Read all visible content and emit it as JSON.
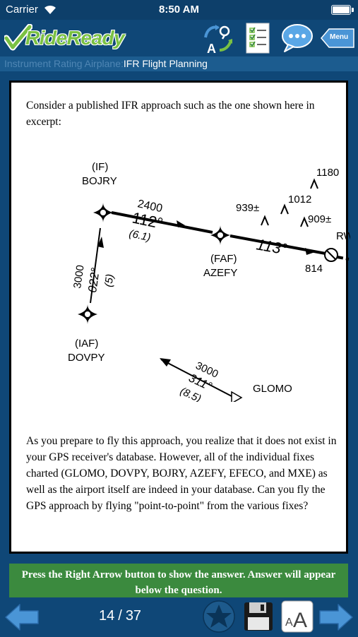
{
  "status_bar": {
    "carrier": "Carrier",
    "time": "8:50 AM"
  },
  "header": {
    "logo_text": "RideReady",
    "font_letter": "A",
    "menu_label": "Menu"
  },
  "breadcrumb": {
    "parent": "Instrument Rating Airplane:",
    "current": "IFR Flight Planning"
  },
  "question": {
    "intro": "Consider a published IFR approach such as the one shown here in excerpt:",
    "body": "As you prepare to fly this approach, you realize that it does not exist in your GPS receiver's database. However, all of the individual fixes charted (GLOMO, DOVPY, BOJRY, AZEFY, EFECO, and MXE) as well as the airport itself are indeed in your database. Can you fly the GPS approach by flying \"point-to-point\" from the various fixes?"
  },
  "diagram": {
    "if_label": "(IF)",
    "if_name": "BOJRY",
    "faf_label": "(FAF)",
    "faf_name": "AZEFY",
    "iaf_label": "(IAF)",
    "iaf_name": "DOVPY",
    "glomo": "GLOMO",
    "seg1_alt": "2400",
    "seg1_course": "112°",
    "seg1_dist": "(6.1)",
    "seg2_course": "113°",
    "iaf_alt": "3000",
    "iaf_course": "022°",
    "iaf_dist": "(5)",
    "glomo_alt": "3000",
    "glomo_course": "311°",
    "glomo_dist": "(8.5)",
    "obst_1180": "1180",
    "obst_939": "939±",
    "obst_1012": "1012",
    "obst_909": "909±",
    "rwy": "RW",
    "elev": "814"
  },
  "answer_prompt": "Press the Right Arrow button to show the answer. Answer will appear below the question.",
  "nav": {
    "current_page": "14",
    "separator": "/",
    "total_pages": "37",
    "textsize_big": "A",
    "textsize_small": "A"
  },
  "colors": {
    "brand_blue": "#0f4777",
    "breadcrumb_bg": "#1c5c8f",
    "logo_green": "#7ac143",
    "answer_green": "#3b8a3e",
    "nav_arrow": "#4a95d6"
  }
}
